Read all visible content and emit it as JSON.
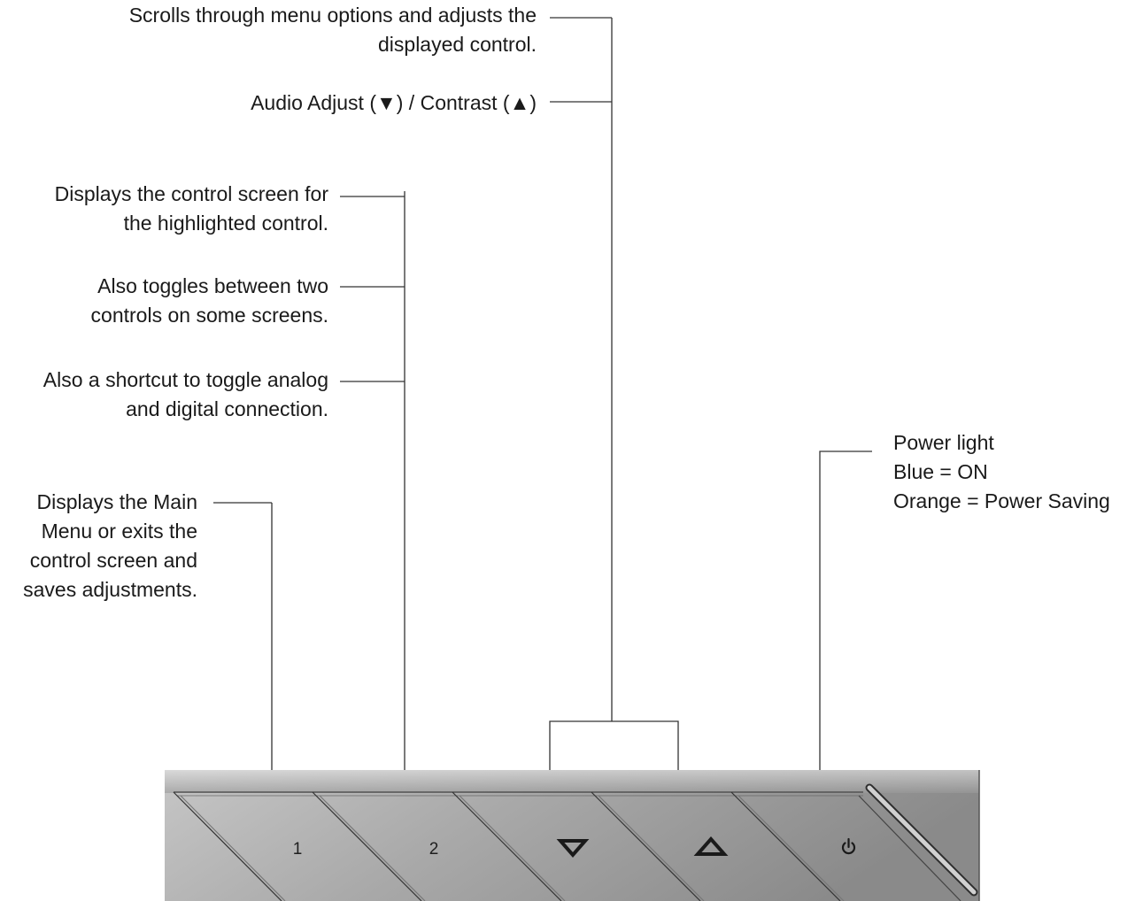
{
  "annotations": {
    "scroll": {
      "line1": "Scrolls through menu options and adjusts the",
      "line2": "displayed control."
    },
    "audio_contrast": "Audio Adjust (▼) / Contrast  (▲)",
    "control_screen": {
      "line1": "Displays the control screen for",
      "line2": "the highlighted control."
    },
    "toggle_controls": {
      "line1": "Also toggles between two",
      "line2": "controls on some screens."
    },
    "toggle_analog": {
      "line1": "Also a shortcut to toggle analog",
      "line2": "and digital connection."
    },
    "main_menu": {
      "line1": "Displays the Main",
      "line2": "Menu or exits the",
      "line3": "control screen and",
      "line4": "saves adjustments."
    },
    "power_light": {
      "line1": "Power light",
      "line2": "Blue = ON",
      "line3": "Orange = Power Saving"
    }
  },
  "panel": {
    "buttons": [
      {
        "label": "1",
        "icon": "none"
      },
      {
        "label": "2",
        "icon": "none"
      },
      {
        "label": "",
        "icon": "down-triangle-icon"
      },
      {
        "label": "",
        "icon": "up-triangle-icon"
      },
      {
        "label": "",
        "icon": "power-icon"
      }
    ],
    "colors": {
      "panel_light": "#c4c4c4",
      "panel_dark": "#8c8c8c",
      "line": "#3a3a3a"
    }
  }
}
